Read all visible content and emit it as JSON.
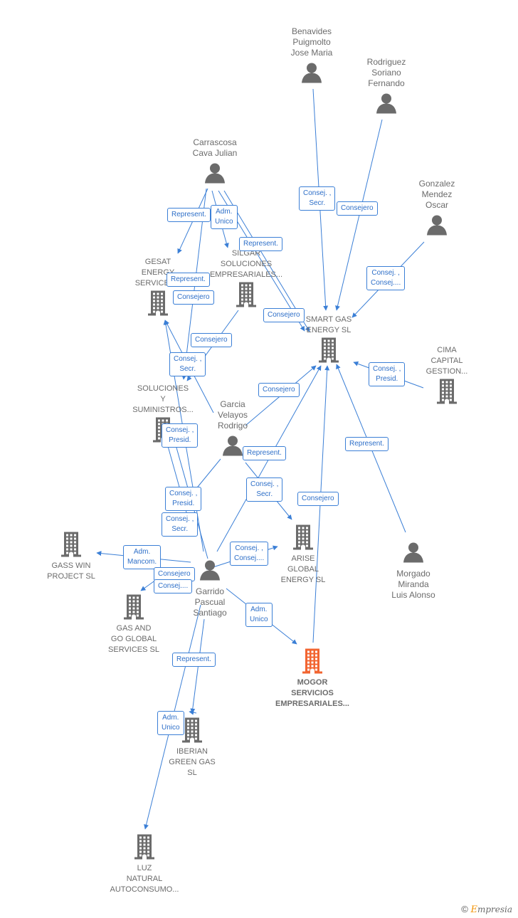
{
  "nodes": {
    "benavides": {
      "kind": "person",
      "lines": [
        "Benavides",
        "Puigmolto",
        "Jose Maria"
      ]
    },
    "rodriguez": {
      "kind": "person",
      "lines": [
        "Rodriguez",
        "Soriano",
        "Fernando"
      ]
    },
    "gonzalez": {
      "kind": "person",
      "lines": [
        "Gonzalez",
        "Mendez",
        "Oscar"
      ]
    },
    "carrascosa": {
      "kind": "person",
      "lines": [
        "Carrascosa",
        "Cava Julian"
      ]
    },
    "garcia": {
      "kind": "person",
      "lines": [
        "Garcia",
        "Velayos",
        "Rodrigo"
      ]
    },
    "garrido": {
      "kind": "person",
      "lines": [
        "Garrido",
        "Pascual",
        "Santiago"
      ]
    },
    "morgado": {
      "kind": "person",
      "lines": [
        "Morgado",
        "Miranda",
        "Luis Alonso"
      ]
    },
    "gesat": {
      "kind": "company",
      "lines": [
        "GESAT",
        "ENERGY",
        "SERVICES..."
      ]
    },
    "silgar": {
      "kind": "company",
      "lines": [
        "SILGAR",
        "SOLUCIONES",
        "EMPRESARIALES..."
      ]
    },
    "smartgas": {
      "kind": "company",
      "lines": [
        "SMART GAS",
        "ENERGY  SL"
      ]
    },
    "cima": {
      "kind": "company",
      "lines": [
        "CIMA",
        "CAPITAL",
        "GESTION..."
      ]
    },
    "soluciones": {
      "kind": "company",
      "lines": [
        "SOLUCIONES",
        "Y",
        "SUMINISTROS..."
      ]
    },
    "gasswin": {
      "kind": "company",
      "lines": [
        "GASS WIN",
        "PROJECT  SL"
      ]
    },
    "arise": {
      "kind": "company",
      "lines": [
        "ARISE",
        "GLOBAL",
        "ENERGY  SL"
      ]
    },
    "gasandgo": {
      "kind": "company",
      "lines": [
        "GAS AND",
        "GO GLOBAL",
        "SERVICES  SL"
      ]
    },
    "mogor": {
      "kind": "main",
      "lines": [
        "MOGOR",
        "SERVICIOS",
        "EMPRESARIALES..."
      ]
    },
    "iberian": {
      "kind": "company",
      "lines": [
        "IBERIAN",
        "GREEN GAS",
        "SL"
      ]
    },
    "luz": {
      "kind": "company",
      "lines": [
        "LUZ",
        "NATURAL",
        "AUTOCONSUMO..."
      ]
    }
  },
  "relations": [
    {
      "id": "r1",
      "lines": [
        "Represent."
      ]
    },
    {
      "id": "r2",
      "lines": [
        "Adm.",
        "Unico"
      ]
    },
    {
      "id": "r3",
      "lines": [
        "Represent."
      ]
    },
    {
      "id": "r4",
      "lines": [
        "Represent."
      ]
    },
    {
      "id": "r5",
      "lines": [
        "Consejero"
      ]
    },
    {
      "id": "r6",
      "lines": [
        "Consejero"
      ]
    },
    {
      "id": "r7",
      "lines": [
        "Consejero"
      ]
    },
    {
      "id": "r8",
      "lines": [
        "Consej. ,",
        "Secr."
      ]
    },
    {
      "id": "r9",
      "lines": [
        "Consej. ,",
        "Secr."
      ]
    },
    {
      "id": "r10",
      "lines": [
        "Consejero"
      ]
    },
    {
      "id": "r11",
      "lines": [
        "Consej. ,",
        "Consej...."
      ]
    },
    {
      "id": "r12",
      "lines": [
        "Consej. ,",
        "Presid."
      ]
    },
    {
      "id": "r13",
      "lines": [
        "Consejero"
      ]
    },
    {
      "id": "r14",
      "lines": [
        "Consej. ,",
        "Presid."
      ]
    },
    {
      "id": "r15",
      "lines": [
        "Consejero"
      ]
    },
    {
      "id": "r16",
      "lines": [
        "Represent."
      ]
    },
    {
      "id": "r17",
      "lines": [
        "Represent."
      ]
    },
    {
      "id": "r18",
      "lines": [
        "Consej. ,",
        "Presid."
      ]
    },
    {
      "id": "r19",
      "lines": [
        "Consej. ,",
        "Secr."
      ]
    },
    {
      "id": "r20",
      "lines": [
        "Consej. ,",
        "Secr."
      ]
    },
    {
      "id": "r21",
      "lines": [
        "Consejero"
      ]
    },
    {
      "id": "r22",
      "lines": [
        "Adm.",
        "Mancom."
      ]
    },
    {
      "id": "r23",
      "lines": [
        "Consejero"
      ]
    },
    {
      "id": "r24",
      "lines": [
        "Consej...."
      ]
    },
    {
      "id": "r25",
      "lines": [
        "Consej. ,",
        "Consej...."
      ]
    },
    {
      "id": "r26",
      "lines": [
        "Adm.",
        "Unico"
      ]
    },
    {
      "id": "r27",
      "lines": [
        "Represent."
      ]
    },
    {
      "id": "r28",
      "lines": [
        "Adm.",
        "Unico"
      ]
    }
  ],
  "colors": {
    "edge": "#3b7fd6",
    "icon": "#6b6b6b",
    "main_icon": "#f26531"
  },
  "brand": {
    "symbol": "©",
    "e": "E",
    "rest": "mpresia"
  }
}
